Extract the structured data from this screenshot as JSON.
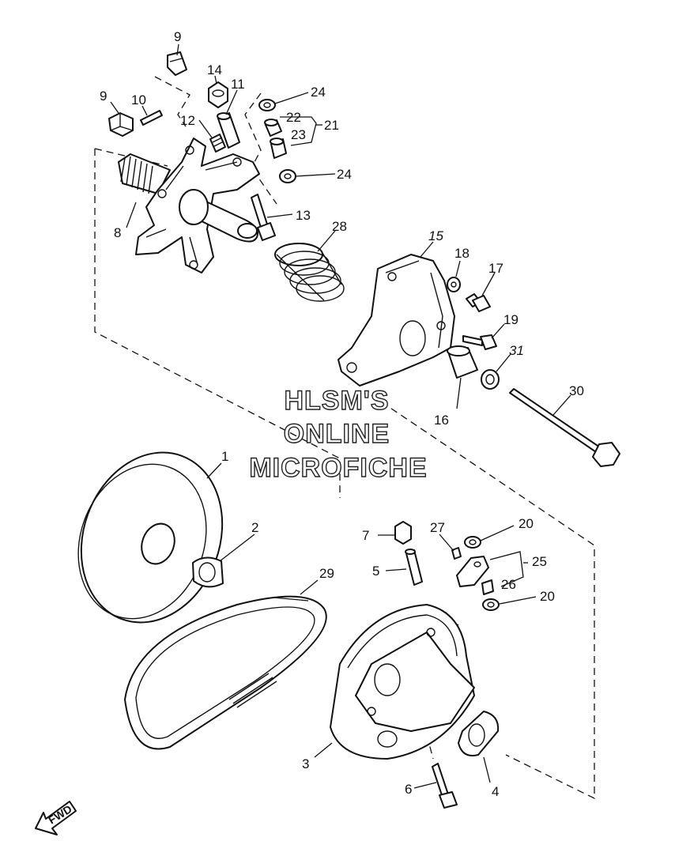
{
  "watermark": {
    "line1": "HLSM'S",
    "line2": "ONLINE",
    "line3": "MICROFICHE"
  },
  "direction_marker": "FWD",
  "callouts": {
    "c1": "1",
    "c2": "2",
    "c3": "3",
    "c4": "4",
    "c5": "5",
    "c6": "6",
    "c7": "7",
    "c8": "8",
    "c9a": "9",
    "c9b": "9",
    "c10": "10",
    "c11": "11",
    "c12": "12",
    "c13": "13",
    "c14": "14",
    "c15": "15",
    "c16": "16",
    "c17": "17",
    "c18": "18",
    "c19": "19",
    "c20a": "20",
    "c20b": "20",
    "c21": "21",
    "c22": "22",
    "c23": "23",
    "c24a": "24",
    "c24b": "24",
    "c25": "25",
    "c26": "26",
    "c27": "27",
    "c28": "28",
    "c29": "29",
    "c30": "30",
    "c31": "31"
  }
}
